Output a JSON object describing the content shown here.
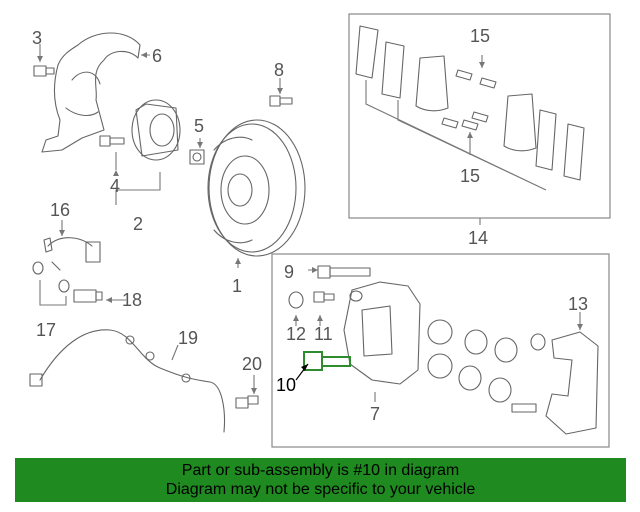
{
  "callouts": {
    "c1": "1",
    "c2": "2",
    "c3": "3",
    "c4": "4",
    "c5": "5",
    "c6": "6",
    "c7": "7",
    "c8": "8",
    "c9": "9",
    "c10": "10",
    "c11": "11",
    "c12": "12",
    "c13": "13",
    "c14": "14",
    "c15a": "15",
    "c15b": "15",
    "c16": "16",
    "c17": "17",
    "c18": "18",
    "c19": "19",
    "c20": "20"
  },
  "highlight": {
    "part": "10",
    "color": "#2e8b2e"
  },
  "banner": {
    "line1": "Part or sub-assembly is #10 in diagram",
    "line2": "Diagram may not be specific to your vehicle",
    "color": "#1f8a1f"
  }
}
